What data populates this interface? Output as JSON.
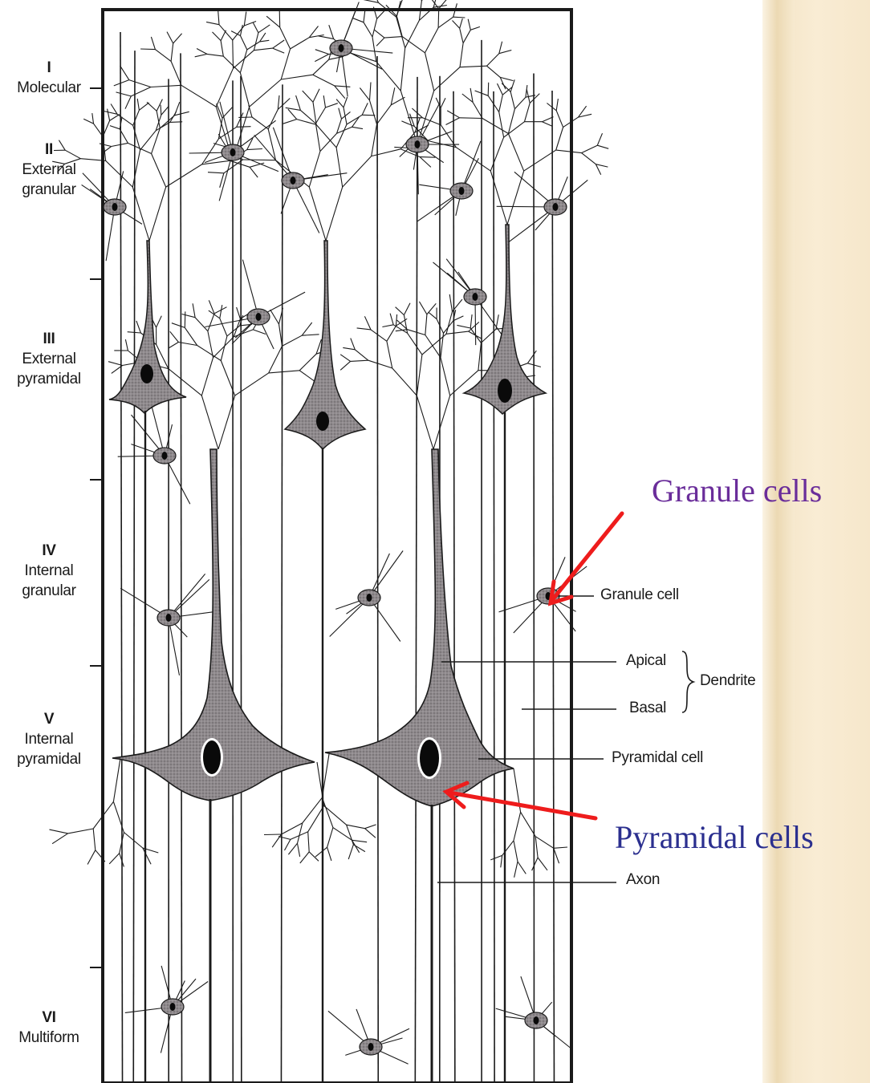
{
  "layers": [
    {
      "num": "I",
      "name": "Molecular",
      "name2": ""
    },
    {
      "num": "II",
      "name": "External",
      "name2": "granular"
    },
    {
      "num": "III",
      "name": "External",
      "name2": "pyramidal"
    },
    {
      "num": "IV",
      "name": "Internal",
      "name2": "granular"
    },
    {
      "num": "V",
      "name": "Internal",
      "name2": "pyramidal"
    },
    {
      "num": "VI",
      "name": "Multiform",
      "name2": ""
    }
  ],
  "labels": {
    "granule_cell": "Granule cell",
    "apical": "Apical",
    "basal": "Basal",
    "dendrite": "Dendrite",
    "pyramidal_cell": "Pyramidal cell",
    "axon": "Axon"
  },
  "annotations": {
    "granule_cells": "Granule cells",
    "pyramidal_cells": "Pyramidal cells"
  },
  "colors": {
    "granule_cells_text": "#6a2d9a",
    "pyramidal_cells_text": "#2b2f8f",
    "arrow": "#ee1c1c",
    "cell_fill": "#8f8a8d",
    "line": "#1a1a1a",
    "side_panel": "#f6e7cb"
  }
}
